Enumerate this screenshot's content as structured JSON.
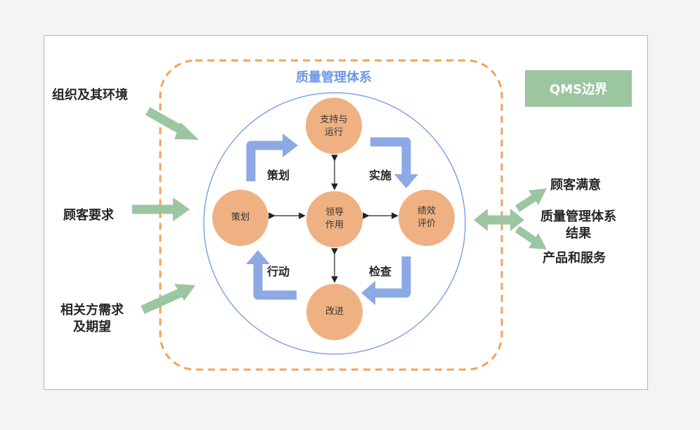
{
  "colors": {
    "page_bg": "#f4f4f4",
    "frame_border": "#9cc8a4",
    "dashed_boundary": "#f4a259",
    "circle_outline": "#7fa3e6",
    "node_fill": "#efb182",
    "cycle_arrow": "#8ca9e6",
    "green_arrow": "#9cc6a1",
    "title_color": "#6f96e8"
  },
  "title": "质量管理体系",
  "badge": "QMS边界",
  "inputs": {
    "org_env": "组织及其环境",
    "customer_req": "顾客要求",
    "stakeholders_line1": "相关方需求",
    "stakeholders_line2": "及期望"
  },
  "outputs": {
    "satisfaction": "顾客满意",
    "results_line1": "质量管理体系",
    "results_line2": "结果",
    "products": "产品和服务"
  },
  "nodes": {
    "support_line1": "支持与",
    "support_line2": "运行",
    "plan": "策划",
    "leadership_line1": "领导",
    "leadership_line2": "作用",
    "evaluation_line1": "绩效",
    "evaluation_line2": "评价",
    "improvement": "改进"
  },
  "cycle_labels": {
    "plan": "策划",
    "do": "实施",
    "check": "检查",
    "act": "行动"
  }
}
